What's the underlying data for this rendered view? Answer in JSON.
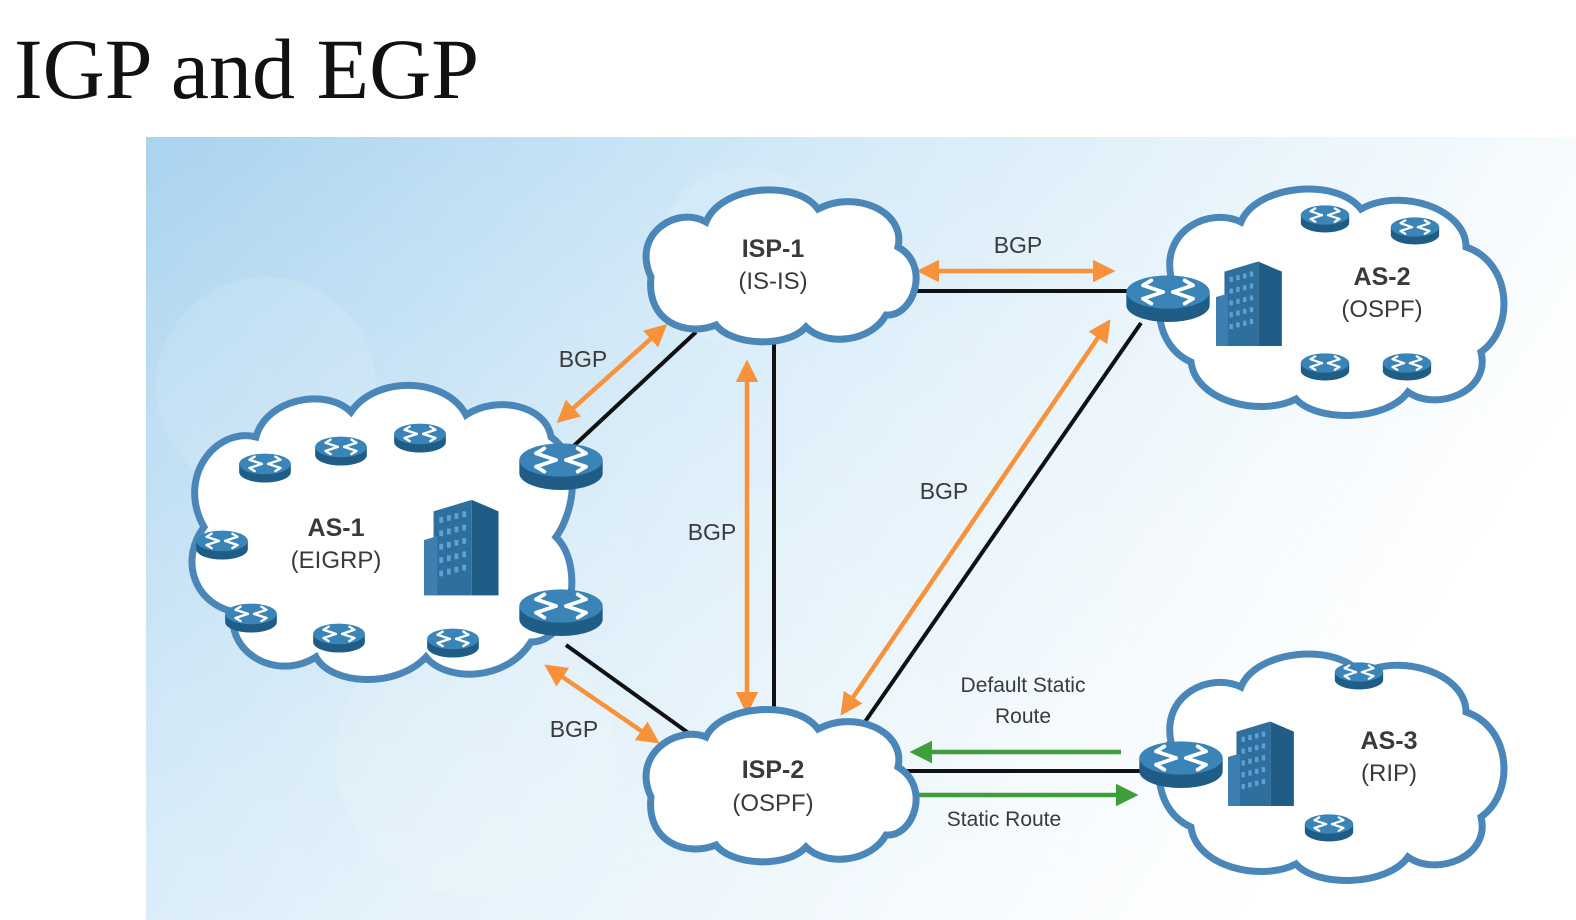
{
  "title": "IGP and EGP",
  "colors": {
    "ebgp_arrow": "#f7923a",
    "static_arrow": "#3e9e3a",
    "link": "#111111",
    "cloud_border": "#4a87b8",
    "router": "#2b6a96",
    "background": "#cde6f5"
  },
  "icons": {
    "router": "router-icon",
    "building": "building-icon"
  },
  "clouds": {
    "isp1": {
      "name": "ISP-1",
      "protocol": "(IS-IS)"
    },
    "isp2": {
      "name": "ISP-2",
      "protocol": "(OSPF)"
    },
    "as1": {
      "name": "AS-1",
      "protocol": "(EIGRP)"
    },
    "as2": {
      "name": "AS-2",
      "protocol": "(OSPF)"
    },
    "as3": {
      "name": "AS-3",
      "protocol": "(RIP)"
    }
  },
  "links": {
    "isp1_as2": "BGP",
    "isp1_as1": "BGP",
    "isp1_isp2": "BGP",
    "isp2_as2": "BGP",
    "isp2_as1": "BGP",
    "isp2_as3_default": [
      "Default Static",
      "Route"
    ],
    "isp2_as3_static": "Static Route"
  }
}
